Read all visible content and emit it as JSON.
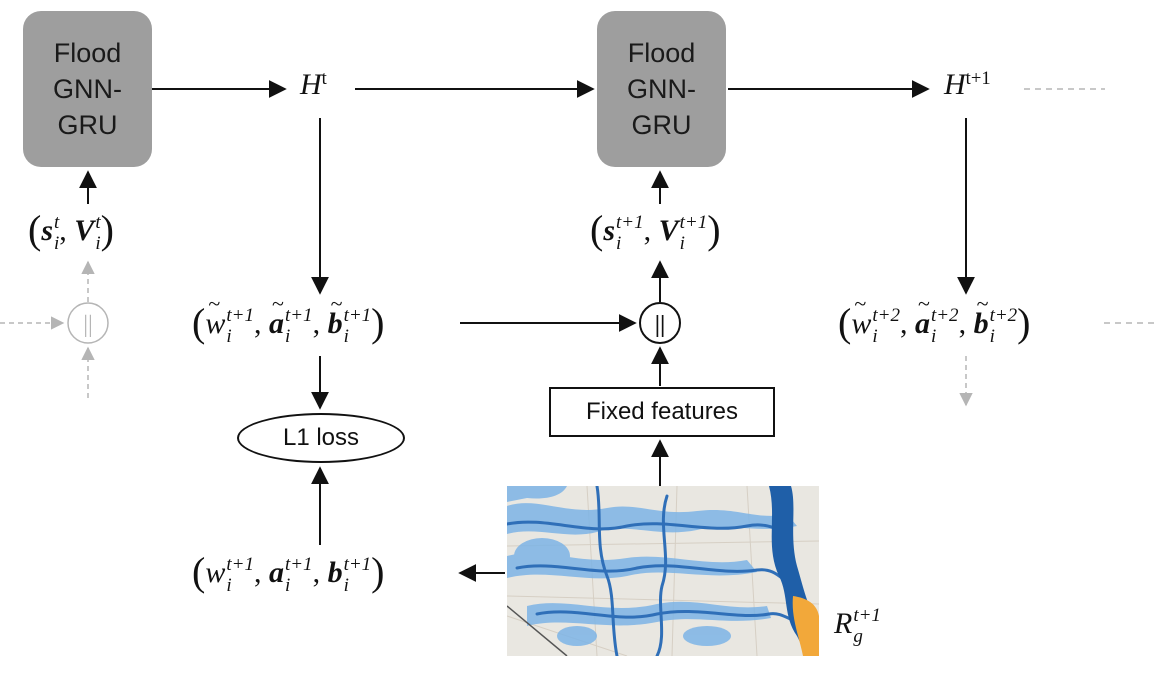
{
  "gnn_box": {
    "line1": "Flood",
    "line2": "GNN-",
    "line3": "GRU"
  },
  "hidden_states": {
    "h_t": {
      "base": "H",
      "sup": "t"
    },
    "h_t1": {
      "base": "H",
      "sup": "t+1"
    }
  },
  "inputs": {
    "left": {
      "s": "s",
      "v": "V",
      "sup": "t",
      "sub": "i"
    },
    "middle": {
      "s": "s",
      "v": "V",
      "sup": "t+1",
      "sub": "i"
    }
  },
  "predictions": {
    "pred_t1": {
      "w": "w",
      "a": "a",
      "b": "b",
      "sup": "t+1",
      "sub": "i"
    },
    "pred_t2": {
      "w": "w",
      "a": "a",
      "b": "b",
      "sup": "t+2",
      "sub": "i"
    }
  },
  "ground_truth": {
    "w": "w",
    "a": "a",
    "b": "b",
    "sup": "t+1",
    "sub": "i"
  },
  "loss_label": "L1 loss",
  "fixed_features_label": "Fixed features",
  "concat_symbol": "||",
  "rainfall": {
    "base": "R",
    "sup": "t+1",
    "sub": "g"
  },
  "colors": {
    "gnn_fill": "#9e9e9e",
    "line": "#111111",
    "faded": "#b5b5b5",
    "flood_light": "#7db4e6",
    "flood_dark": "#1f5fa8",
    "flood_orange": "#f2a83a",
    "map_bg": "#e9e7e1"
  }
}
